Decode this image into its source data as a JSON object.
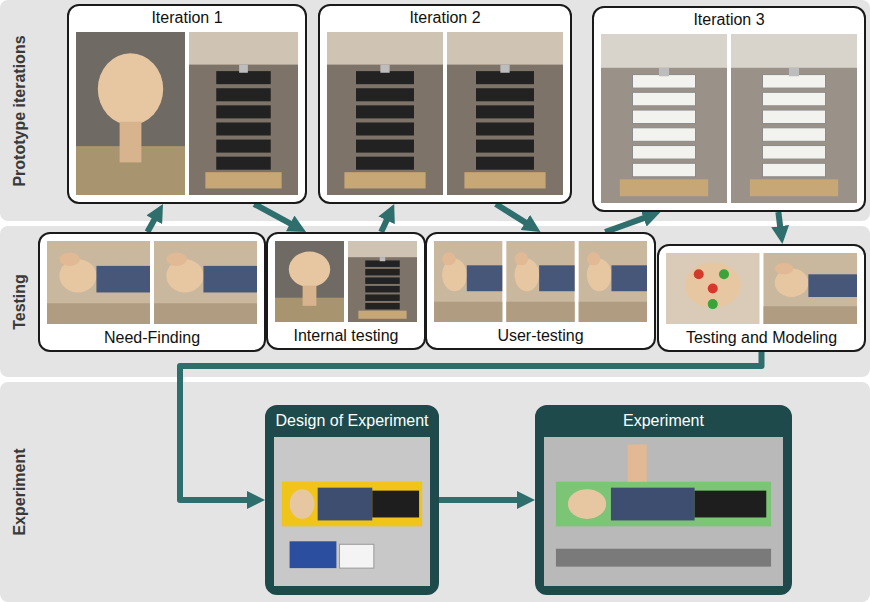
{
  "diagram": {
    "nodes": [
      {
        "text": [
          "Prototype iterations"
        ]
      },
      {
        "text": [
          "Iteration 1"
        ],
        "in": 0
      },
      {
        "text": [
          "Iteration 2"
        ],
        "in": 0
      },
      {
        "text": [
          "Iteration 3"
        ],
        "in": 0
      },
      {
        "text": [
          "Testing"
        ]
      },
      {
        "text": [
          "Need-Finding"
        ],
        "in": 4
      },
      {
        "text": [
          "Internal testing"
        ],
        "in": 4
      },
      {
        "text": [
          "User-testing"
        ],
        "in": 4
      },
      {
        "text": [
          "Testing and Modeling"
        ],
        "in": 4
      },
      {
        "text": [
          "Experiment"
        ]
      },
      {
        "text": [
          "Design of Experiment"
        ],
        "in": 9
      },
      {
        "text": [
          "Experiment"
        ],
        "in": 9
      }
    ],
    "edges": [
      {
        "from": 5,
        "to": 1,
        "arrow": "to"
      },
      {
        "from": 1,
        "to": 6,
        "arrow": "to"
      },
      {
        "from": 6,
        "to": 2,
        "arrow": "to"
      },
      {
        "from": 2,
        "to": 7,
        "arrow": "to"
      },
      {
        "from": 7,
        "to": 3,
        "arrow": "to"
      },
      {
        "from": 3,
        "to": 8,
        "arrow": "to"
      },
      {
        "from": 8,
        "to": 10,
        "arrow": "to"
      },
      {
        "from": 10,
        "to": 11,
        "arrow": "to"
      }
    ]
  }
}
